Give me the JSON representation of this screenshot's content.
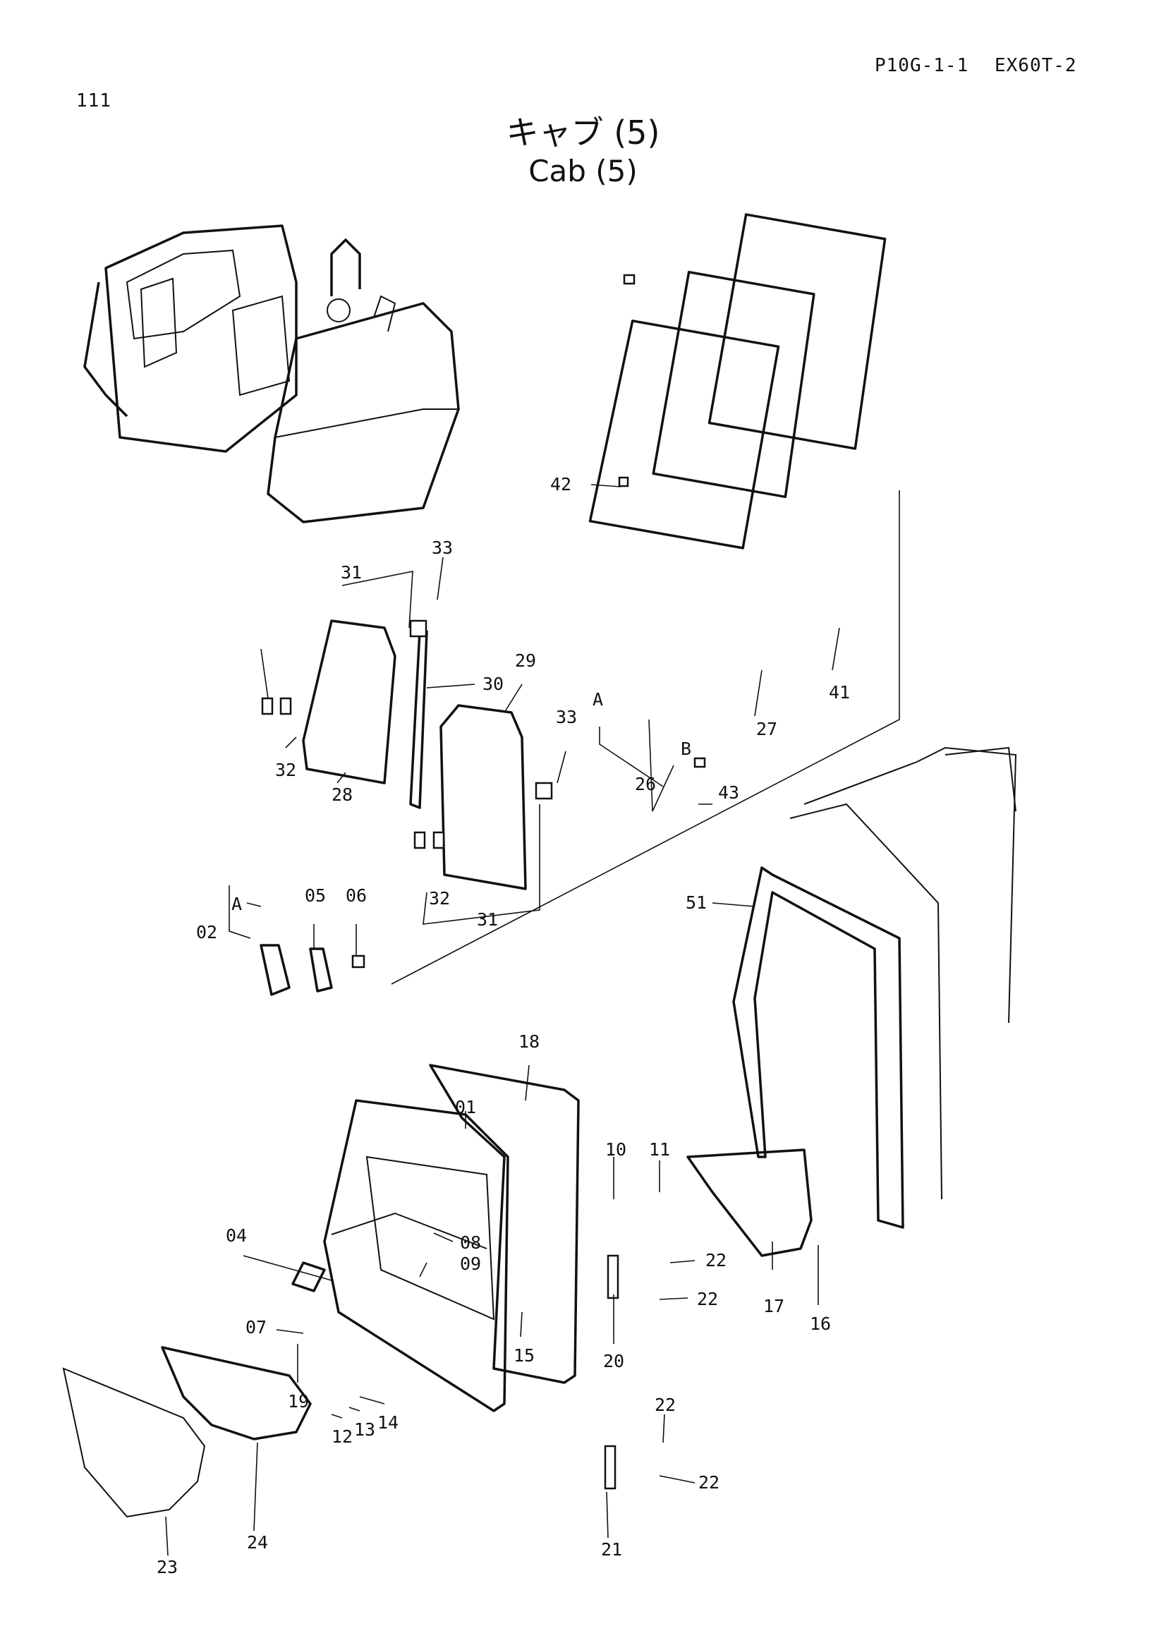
{
  "header": {
    "page_number": "111",
    "drawing_code": "P10G-1-1",
    "model": "EX60T-2"
  },
  "title": {
    "japanese": "キャブ (5)",
    "english": "Cab (5)"
  },
  "callouts": [
    {
      "label": "42"
    },
    {
      "label": "33"
    },
    {
      "label": "31"
    },
    {
      "label": "30"
    },
    {
      "label": "29"
    },
    {
      "label": "32"
    },
    {
      "label": "28"
    },
    {
      "label": "33"
    },
    {
      "label": "A"
    },
    {
      "label": "B"
    },
    {
      "label": "26"
    },
    {
      "label": "27"
    },
    {
      "label": "41"
    },
    {
      "label": "43"
    },
    {
      "label": "32"
    },
    {
      "label": "31"
    },
    {
      "label": "51"
    },
    {
      "label": "A"
    },
    {
      "label": "02"
    },
    {
      "label": "05"
    },
    {
      "label": "06"
    },
    {
      "label": "18"
    },
    {
      "label": "01"
    },
    {
      "label": "10"
    },
    {
      "label": "11"
    },
    {
      "label": "08"
    },
    {
      "label": "09"
    },
    {
      "label": "04"
    },
    {
      "label": "22"
    },
    {
      "label": "22"
    },
    {
      "label": "17"
    },
    {
      "label": "16"
    },
    {
      "label": "07"
    },
    {
      "label": "15"
    },
    {
      "label": "20"
    },
    {
      "label": "19"
    },
    {
      "label": "14"
    },
    {
      "label": "13"
    },
    {
      "label": "12"
    },
    {
      "label": "22"
    },
    {
      "label": "22"
    },
    {
      "label": "24"
    },
    {
      "label": "23"
    },
    {
      "label": "21"
    }
  ]
}
